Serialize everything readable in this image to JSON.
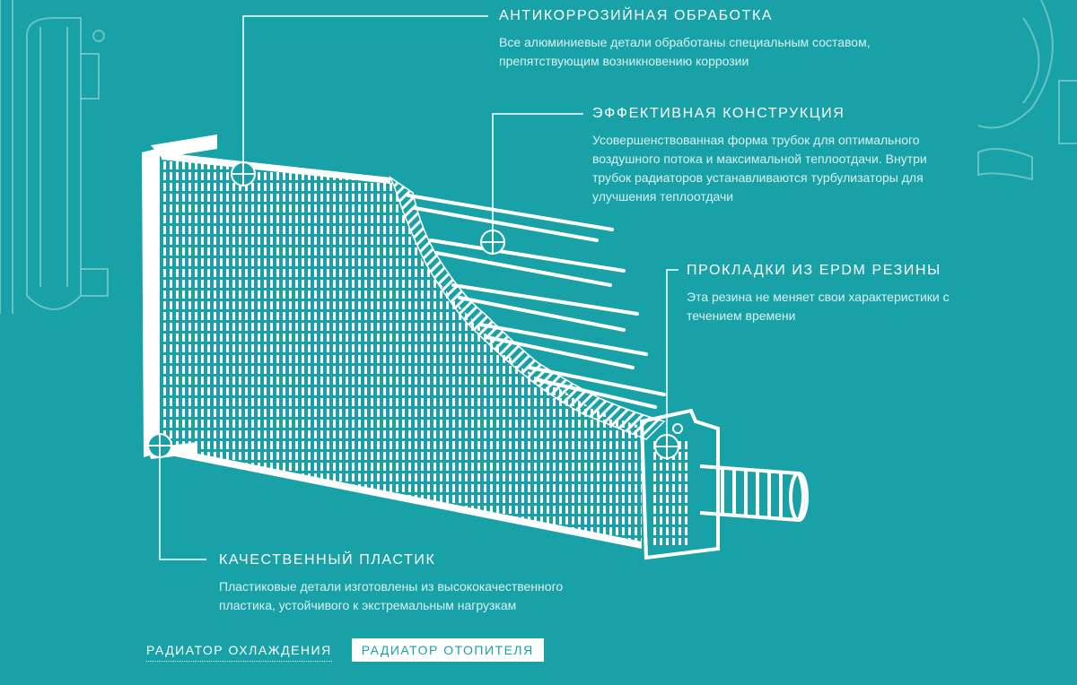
{
  "colors": {
    "background": "#18a1a6",
    "line": "#ffffff",
    "text": "#ffffff",
    "desc": "#d8f2f2"
  },
  "callouts": {
    "anticorrosion": {
      "title": "Антикоррозийная обработка",
      "desc": "Все алюминиевые детали обработаны специальным составом, препятствующим возникновению коррозии"
    },
    "efficient": {
      "title": "Эффективная конструкция",
      "desc": "Усовершенствованная форма трубок для оптимального воздушного потока и максимальной теплоотдачи. Внутри трубок радиаторов устанавливаются турбулизаторы для улучшения теплоотдачи"
    },
    "epdm": {
      "title": "Прокладки из EPDM резины",
      "desc": "Эта резина не меняет свои характеристики с течением времени"
    },
    "plastic": {
      "title": "Качественный пластик",
      "desc": "Пластиковые детали изготовлены из высококачественного пластика, устойчивого к экстремальным нагрузкам"
    }
  },
  "tabs": [
    {
      "label": "Радиатор охлаждения",
      "active": false
    },
    {
      "label": "Радиатор отопителя",
      "active": true
    }
  ],
  "icons": [
    "plus-marker-icon",
    "radiator-illustration"
  ]
}
